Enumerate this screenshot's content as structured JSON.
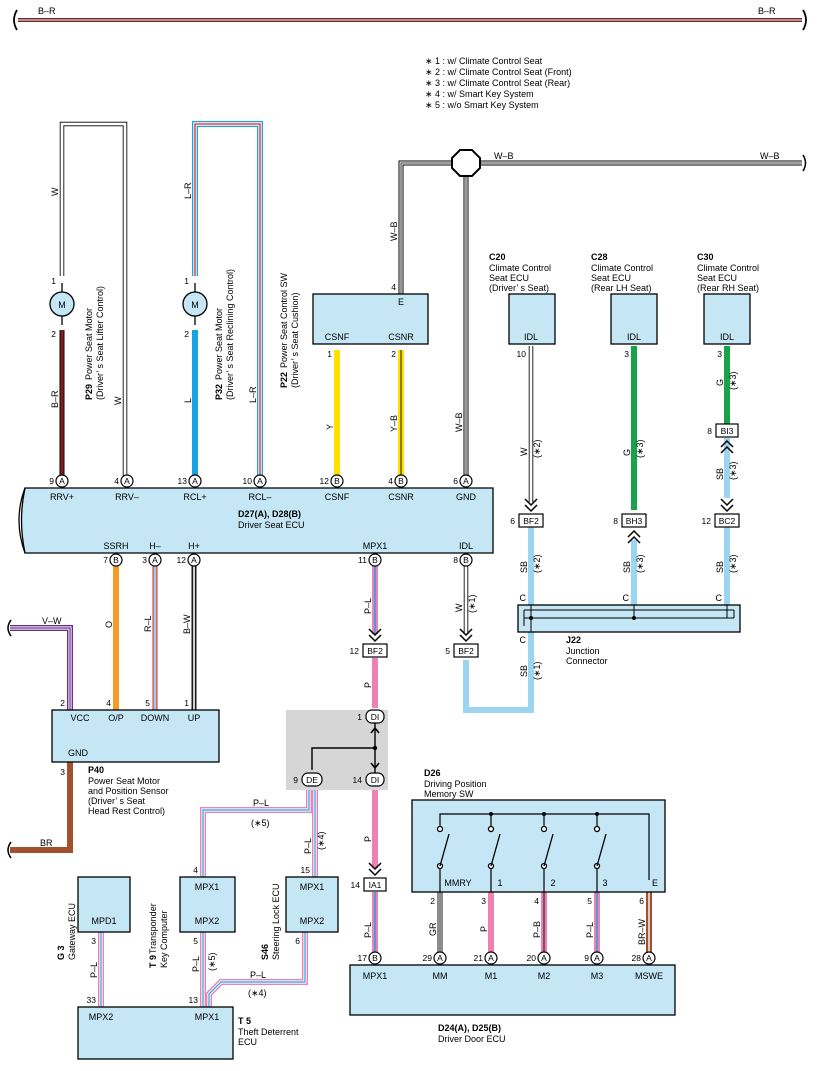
{
  "bus": {
    "left_label": "B–R",
    "right_label": "B–R"
  },
  "notes": [
    "∗ 1 : w/ Climate Control Seat",
    "∗ 2 : w/ Climate Control Seat (Front)",
    "∗ 3 : w/ Climate Control Seat (Rear)",
    "∗ 4 : w/ Smart Key System",
    "∗ 5 : w/o Smart Key System"
  ],
  "components": {
    "p29": {
      "code": "P29",
      "l1": "Power Seat Motor",
      "l2": "(Driver’ s Seat Lifter Control)",
      "motor": "M"
    },
    "p32": {
      "code": "P32",
      "l1": "Power Seat Motor",
      "l2": "(Driver’ s Seat Reclining Control)",
      "motor": "M"
    },
    "p22": {
      "code": "P22",
      "l1": "Power Seat Control SW",
      "l2": "(Driver’ s Seat Cushion)",
      "t_e": "E",
      "t_csnf": "CSNF",
      "t_csnr": "CSNR"
    },
    "c20": {
      "code": "C20",
      "l1": "Climate Control",
      "l2": "Seat ECU",
      "l3": "(Driver’ s Seat)",
      "term": "IDL"
    },
    "c28": {
      "code": "C28",
      "l1": "Climate Control",
      "l2": "Seat ECU",
      "l3": "(Rear LH Seat)",
      "term": "IDL"
    },
    "c30": {
      "code": "C30",
      "l1": "Climate Control",
      "l2": "Seat ECU",
      "l3": "(Rear RH Seat)",
      "term": "IDL"
    },
    "d27": {
      "code": "D27(A), D28(B)",
      "name": "Driver Seat ECU",
      "top_terms": [
        "RRV+",
        "RRV–",
        "RCL+",
        "RCL–",
        "CSNF",
        "CSNR",
        "GND"
      ],
      "bottom_terms": [
        "SSRH",
        "H–",
        "H+",
        "MPX1",
        "IDL"
      ]
    },
    "j22": {
      "code": "J22",
      "l1": "Junction",
      "l2": "Connector",
      "term": "C"
    },
    "p40": {
      "code": "P40",
      "l1": "Power Seat Motor",
      "l2": "and Position Sensor",
      "l3": "(Driver’ s Seat",
      "l4": " Head Rest Control)",
      "terms": [
        "VCC",
        "O/P",
        "DOWN",
        "UP",
        "GND"
      ]
    },
    "d26": {
      "code": "D26",
      "l1": "Driving Position",
      "l2": "Memory SW",
      "terms": [
        "MMRY",
        "1",
        "2",
        "3",
        "E"
      ]
    },
    "d24": {
      "code": "D24(A), D25(B)",
      "name": "Driver Door ECU",
      "terms": [
        "MPX1",
        "MM",
        "M1",
        "M2",
        "M3",
        "MSWE"
      ]
    },
    "g3": {
      "code": "G 3",
      "name": "Gateway ECU",
      "term": "MPD1"
    },
    "t9": {
      "code": "T 9",
      "l1": "Transponder",
      "l2": "Key Computer",
      "t1": "MPX1",
      "t2": "MPX2"
    },
    "s46": {
      "code": "S46",
      "name": "Steering Lock ECU",
      "t1": "MPX1",
      "t2": "MPX2"
    },
    "t5": {
      "code": "T 5",
      "l1": "Theft Deterrent",
      "l2": "ECU",
      "t1": "MPX2",
      "t2": "MPX1"
    }
  },
  "wire_labels": {
    "w": "W",
    "br": "B–R",
    "lr": "L–R",
    "l": "L",
    "wb": "W–B",
    "y": "Y",
    "yb": "Y–B",
    "g": "G",
    "sb": "SB",
    "vw": "V–W",
    "o": "O",
    "rl": "R–L",
    "bw": "B–W",
    "pl": "P–L",
    "p": "P",
    "brn": "BR",
    "gr": "GR",
    "pb": "P–B",
    "brw": "BR–W"
  },
  "connectors": {
    "bf2": "BF2",
    "bh3": "BH3",
    "bc2": "BC2",
    "bi3": "BI3",
    "ia1": "IA1",
    "di": "DI",
    "de": "DE"
  },
  "pins": {
    "a": "A",
    "b": "B"
  },
  "notes_ref": {
    "n1": "(∗1)",
    "n2": "(∗2)",
    "n3": "(∗3)",
    "n4": "(∗4)",
    "n5": "(∗5)"
  },
  "colors": {
    "black": "#1a1a1a",
    "red": "#d42a2a",
    "blue": "#1aa3e0",
    "lightblue": "#9bd5f2",
    "yellow": "#ffe000",
    "green": "#17a34a",
    "orange": "#f79a2a",
    "purple": "#6a2c91",
    "pink": "#ee80b4",
    "brown": "#a0522d",
    "gray": "#8c8c8c",
    "box": "#c5e6f5"
  }
}
